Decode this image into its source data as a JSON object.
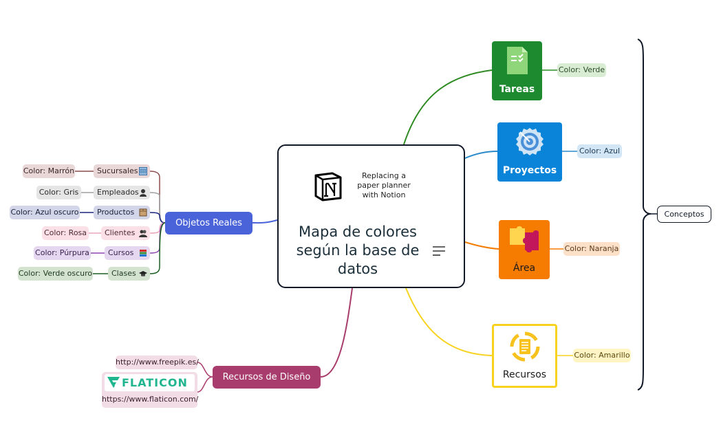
{
  "center": {
    "note": "Replacing a paper planner with Notion",
    "title": "Mapa de colores según la base de datos",
    "logo_icon": "notion-logo-icon",
    "menu_icon": "notes-icon"
  },
  "concepts": {
    "label": "Conceptos",
    "items": [
      {
        "title": "Tareas",
        "color_label": "Color: Verde",
        "icon": "checklist-icon",
        "tile_color": "#1e8a2f",
        "line_color": "#2e8b22"
      },
      {
        "title": "Proyectos",
        "color_label": "Color: Azul",
        "icon": "target-icon",
        "tile_color": "#0a84d8",
        "line_color": "#2a8ac9"
      },
      {
        "title": "Área",
        "color_label": "Color: Naranja",
        "icon": "puzzle-icon",
        "tile_color": "#f57c00",
        "line_color": "#f57c00"
      },
      {
        "title": "Recursos",
        "color_label": "Color: Amarillo",
        "icon": "document-icon",
        "tile_color": "#ffffff",
        "line_color": "#f7d21e"
      }
    ]
  },
  "objetos": {
    "label": "Objetos Reales",
    "items": [
      {
        "name": "Sucursales",
        "color_label": "Color: Marrón",
        "icon": "building-icon",
        "line": "#8b4a4a"
      },
      {
        "name": "Empleados",
        "color_label": "Color: Gris",
        "icon": "person-icon",
        "line": "#9e9e9e"
      },
      {
        "name": "Productos",
        "color_label": "Color: Azul oscuro",
        "icon": "box-icon",
        "line": "#1a237e"
      },
      {
        "name": "Clientes",
        "color_label": "Color: Rosa",
        "icon": "people-icon",
        "line": "#e9a5b8"
      },
      {
        "name": "Cursos",
        "color_label": "Color: Púrpura",
        "icon": "books-icon",
        "line": "#8e44ad"
      },
      {
        "name": "Clases",
        "color_label": "Color: Verde oscuro",
        "icon": "graduation-cap-icon",
        "line": "#1b5e20"
      }
    ]
  },
  "recursos": {
    "label": "Recursos de Diseño",
    "link1": "http://www.freepik.es/",
    "flaticon_logo": "FLATICON",
    "link2": "https://www.flaticon.com/"
  }
}
